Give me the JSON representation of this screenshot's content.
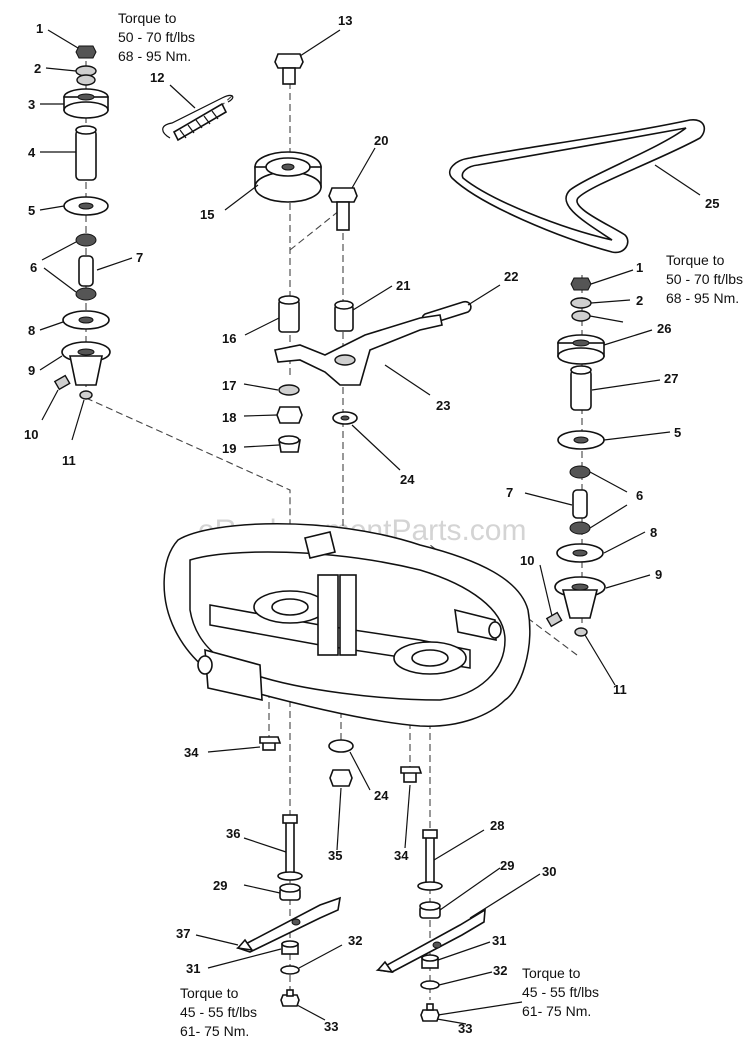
{
  "watermark": "eReplacementParts.com",
  "torque_notes": {
    "upper_left": [
      "Torque to",
      "50 - 70 ft/lbs",
      "68 - 95 Nm."
    ],
    "upper_right": [
      "Torque to",
      "50 - 70 ft/lbs",
      "68 - 95 Nm."
    ],
    "lower_left": [
      "Torque to",
      "45 - 55 ft/lbs",
      "61- 75 Nm."
    ],
    "lower_right": [
      "Torque to",
      "45 - 55 ft/lbs",
      "61- 75 Nm."
    ]
  },
  "callouts": {
    "c1a": "1",
    "c2a": "2",
    "c3": "3",
    "c4": "4",
    "c5a": "5",
    "c6a": "6",
    "c7a": "7",
    "c8a": "8",
    "c9a": "9",
    "c10a": "10",
    "c11a": "11",
    "c12": "12",
    "c13": "13",
    "c15": "15",
    "c16": "16",
    "c17": "17",
    "c18": "18",
    "c19": "19",
    "c20": "20",
    "c21": "21",
    "c22": "22",
    "c23": "23",
    "c24a": "24",
    "c25": "25",
    "c1b": "1",
    "c2b": "2",
    "c26": "26",
    "c27": "27",
    "c5b": "5",
    "c6b": "6",
    "c7b": "7",
    "c8b": "8",
    "c9b": "9",
    "c10b": "10",
    "c11b": "11",
    "c34a": "34",
    "c24b": "24",
    "c34b": "34",
    "c35": "35",
    "c36": "36",
    "c28": "28",
    "c29a": "29",
    "c29b": "29",
    "c30": "30",
    "c37": "37",
    "c31a": "31",
    "c32a": "32",
    "c31b": "31",
    "c32b": "32",
    "c33a": "33",
    "c33b": "33"
  }
}
